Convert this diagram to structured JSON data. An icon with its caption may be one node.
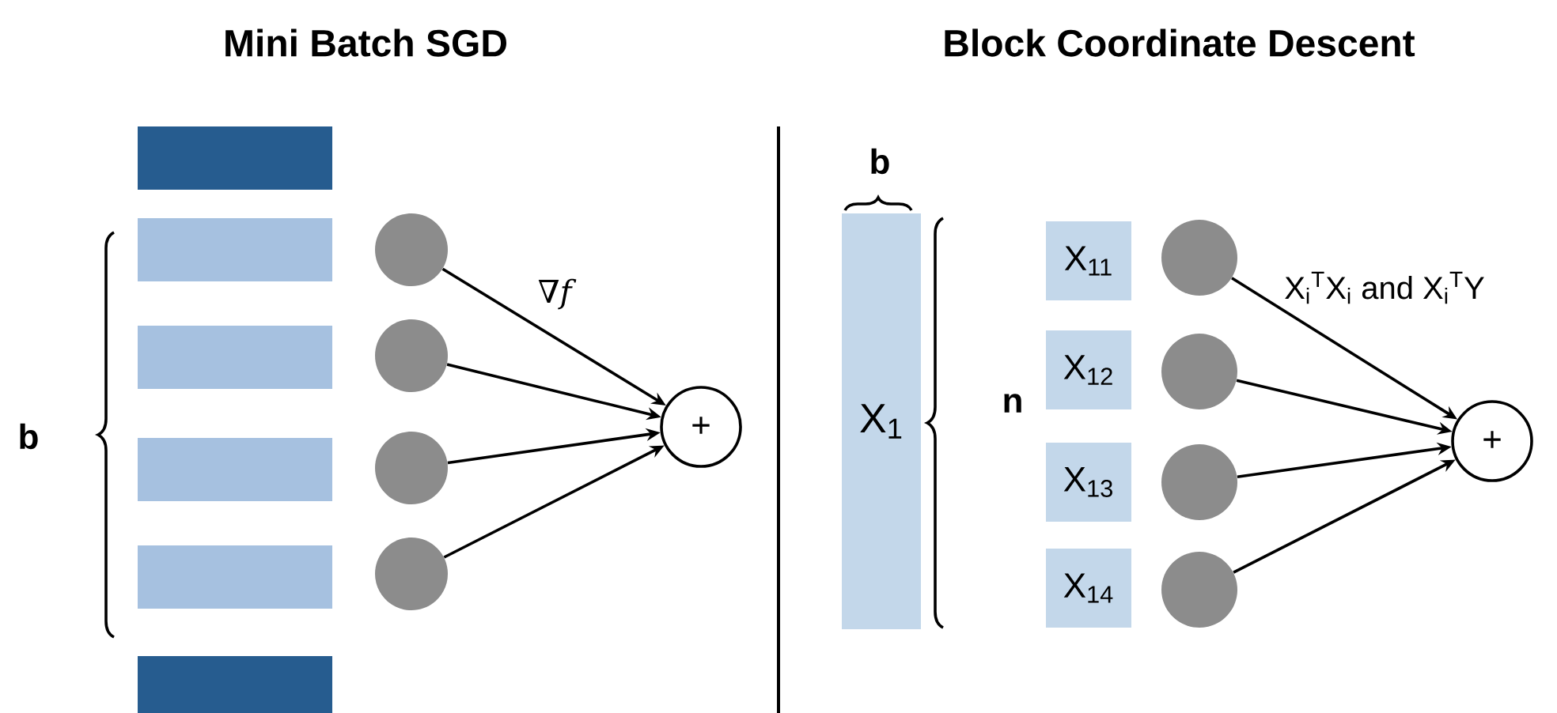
{
  "diagram": {
    "nodes": [
      {
        "text": [],
        "shape": "bar"
      },
      {
        "text": [],
        "shape": "bar"
      },
      {
        "text": [],
        "shape": "bar"
      },
      {
        "text": [],
        "shape": "bar"
      },
      {
        "text": [],
        "shape": "bar"
      },
      {
        "text": [],
        "shape": "bar"
      },
      {
        "text": [],
        "shape": "circle"
      },
      {
        "text": [],
        "shape": "circle"
      },
      {
        "text": [],
        "shape": "circle"
      },
      {
        "text": [],
        "shape": "circle"
      },
      {
        "text": [
          "+"
        ]
      },
      {
        "text": [
          "X$_{1}$"
        ]
      },
      {
        "text": [
          "X$_{11}$"
        ]
      },
      {
        "text": [
          "X$_{12}$"
        ]
      },
      {
        "text": [
          "X$_{13}$"
        ]
      },
      {
        "text": [
          "X$_{14}$"
        ]
      },
      {
        "text": [],
        "shape": "circle"
      },
      {
        "text": [],
        "shape": "circle"
      },
      {
        "text": [],
        "shape": "circle"
      },
      {
        "text": [],
        "shape": "circle"
      },
      {
        "text": [
          "+"
        ]
      }
    ],
    "edges": [
      {
        "from": 6,
        "to": 10,
        "arrow": "to",
        "label": "∇*f*"
      },
      {
        "from": 7,
        "to": 10,
        "arrow": "to"
      },
      {
        "from": 8,
        "to": 10,
        "arrow": "to"
      },
      {
        "from": 9,
        "to": 10,
        "arrow": "to"
      },
      {
        "from": 16,
        "to": 20,
        "arrow": "to",
        "label": "X$_{i}$$^{T}$X$_{i}$ and X$_{i}$$^{T}$Y"
      },
      {
        "from": 17,
        "to": 20,
        "arrow": "to"
      },
      {
        "from": 18,
        "to": 20,
        "arrow": "to"
      },
      {
        "from": 19,
        "to": 20,
        "arrow": "to"
      }
    ],
    "labels": [
      "Mini Batch SGD",
      "Block Coordinate Descent",
      "b",
      "b",
      "n"
    ]
  }
}
